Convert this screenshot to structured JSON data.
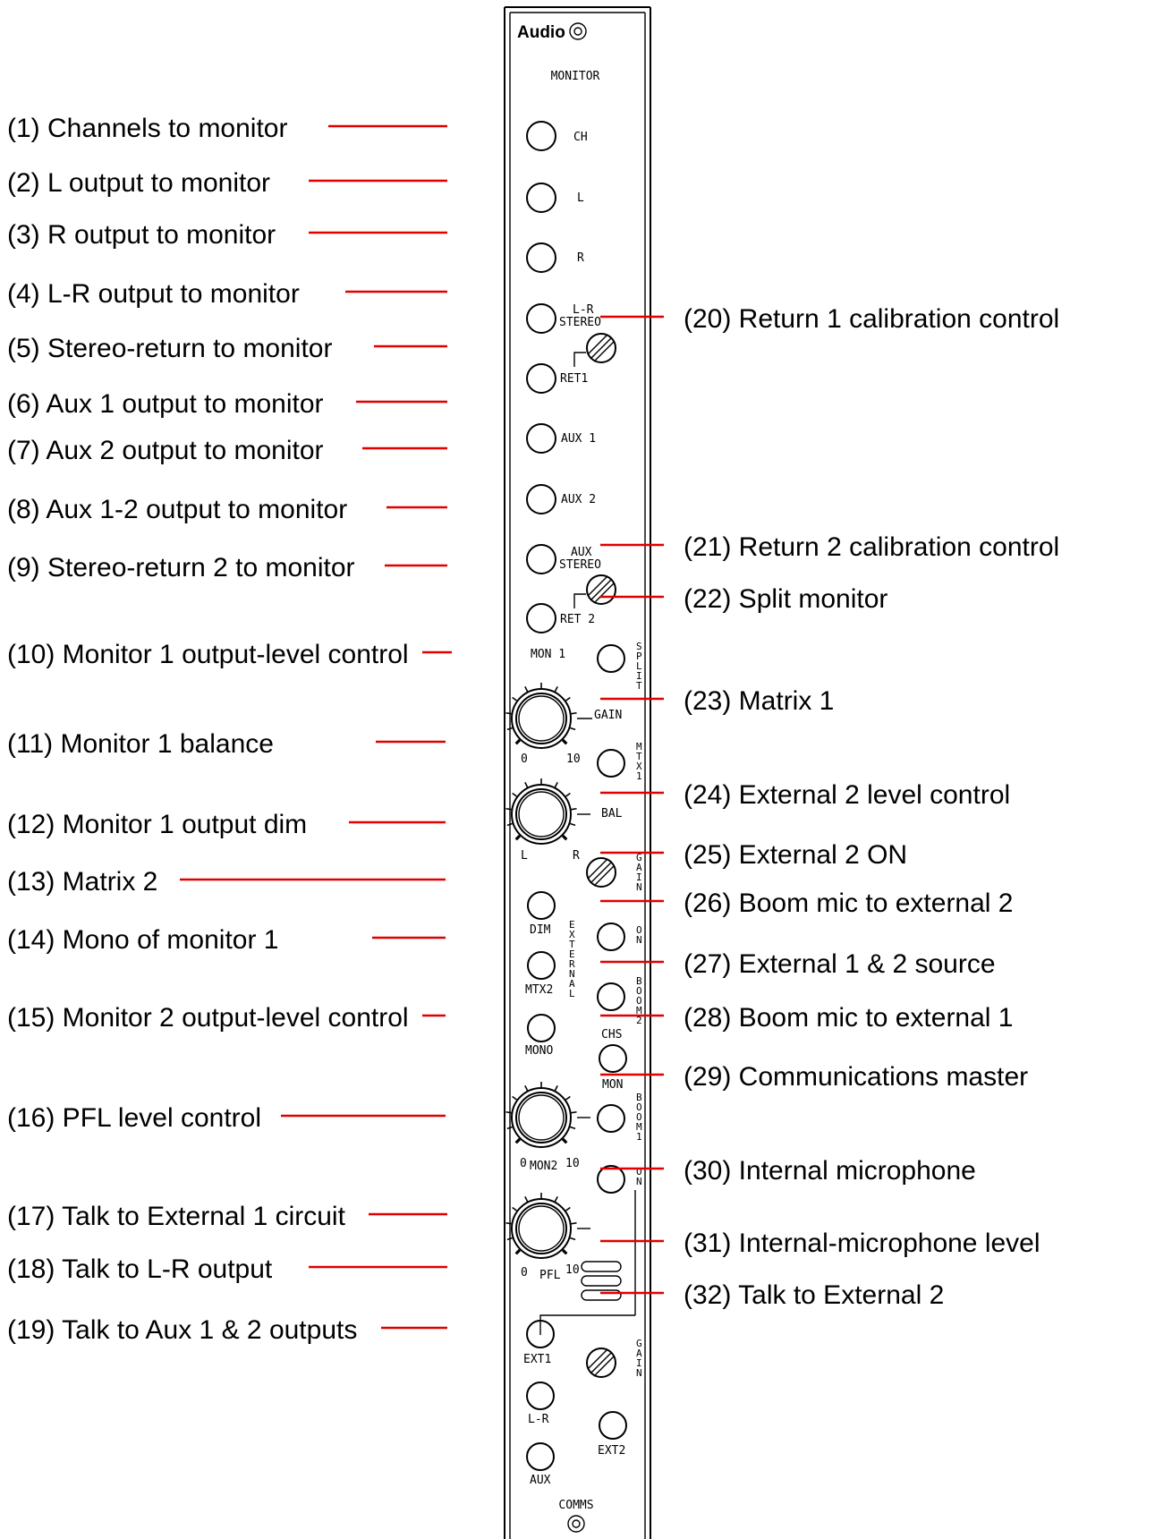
{
  "panel": {
    "logo": "Audio",
    "title": "MONITOR",
    "footer": "COMMS",
    "button_labels": {
      "ch": "CH",
      "l": "L",
      "r": "R",
      "lr_stereo_1": "L-R",
      "lr_stereo_2": "STEREO",
      "ret1": "RET1",
      "aux1": "AUX 1",
      "aux2": "AUX 2",
      "aux_stereo_1": "AUX",
      "aux_stereo_2": "STEREO",
      "ret2": "RET 2",
      "mon1": "MON 1",
      "dim": "DIM",
      "mtx2": "MTX2",
      "mono": "MONO",
      "chs": "CHS",
      "mon": "MON",
      "ext1": "EXT1",
      "lr": "L-R",
      "aux": "AUX",
      "ext2": "EXT2"
    },
    "vertical_labels": {
      "split": "SPLIT",
      "mtx1": "MTX1",
      "gain_ext": "GAIN",
      "external": "EXTERNAL",
      "on_ext": "ON",
      "boom2": "BOOM2",
      "boom1": "BOOM1",
      "on_comms": "ON",
      "gain_int": "GAIN"
    },
    "knob_labels": {
      "gain": "GAIN",
      "gain_min": "0",
      "gain_max": "10",
      "bal": "BAL",
      "bal_l": "L",
      "bal_r": "R",
      "mon2": "MON2",
      "mon2_min": "0",
      "mon2_max": "10",
      "pfl": "PFL",
      "pfl_min": "0",
      "pfl_max": "10"
    }
  },
  "callouts_left": [
    "(1) Channels to monitor",
    "(2) L output to monitor",
    "(3) R output to monitor",
    "(4) L-R output to monitor",
    "(5) Stereo-return to monitor",
    "(6) Aux 1 output to monitor",
    "(7) Aux 2 output to monitor",
    "(8) Aux 1-2 output to monitor",
    "(9) Stereo-return 2 to monitor",
    "(10) Monitor 1 output-level control",
    "(11) Monitor 1 balance",
    "(12) Monitor 1 output dim",
    "(13) Matrix 2",
    "(14) Mono of monitor 1",
    "(15) Monitor 2 output-level control",
    "(16) PFL level control",
    "(17) Talk to External 1 circuit",
    "(18) Talk to L-R output",
    "(19) Talk to Aux 1 & 2 outputs"
  ],
  "callouts_right": [
    "(20)  Return 1 calibration control",
    "(21)  Return 2 calibration control",
    "(22)  Split monitor",
    "(23)  Matrix 1",
    "(24)  External 2 level control",
    "(25)  External 2 ON",
    "(26)  Boom mic to external 2",
    "(27)  External 1 & 2 source",
    "(28)  Boom mic to external 1",
    "(29)  Communications master",
    "(30)  Internal microphone",
    "(31)  Internal-microphone level",
    "(32)  Talk to External 2"
  ],
  "colors": {
    "leader": "#e00000",
    "ink": "#000000",
    "background": "#ffffff"
  }
}
